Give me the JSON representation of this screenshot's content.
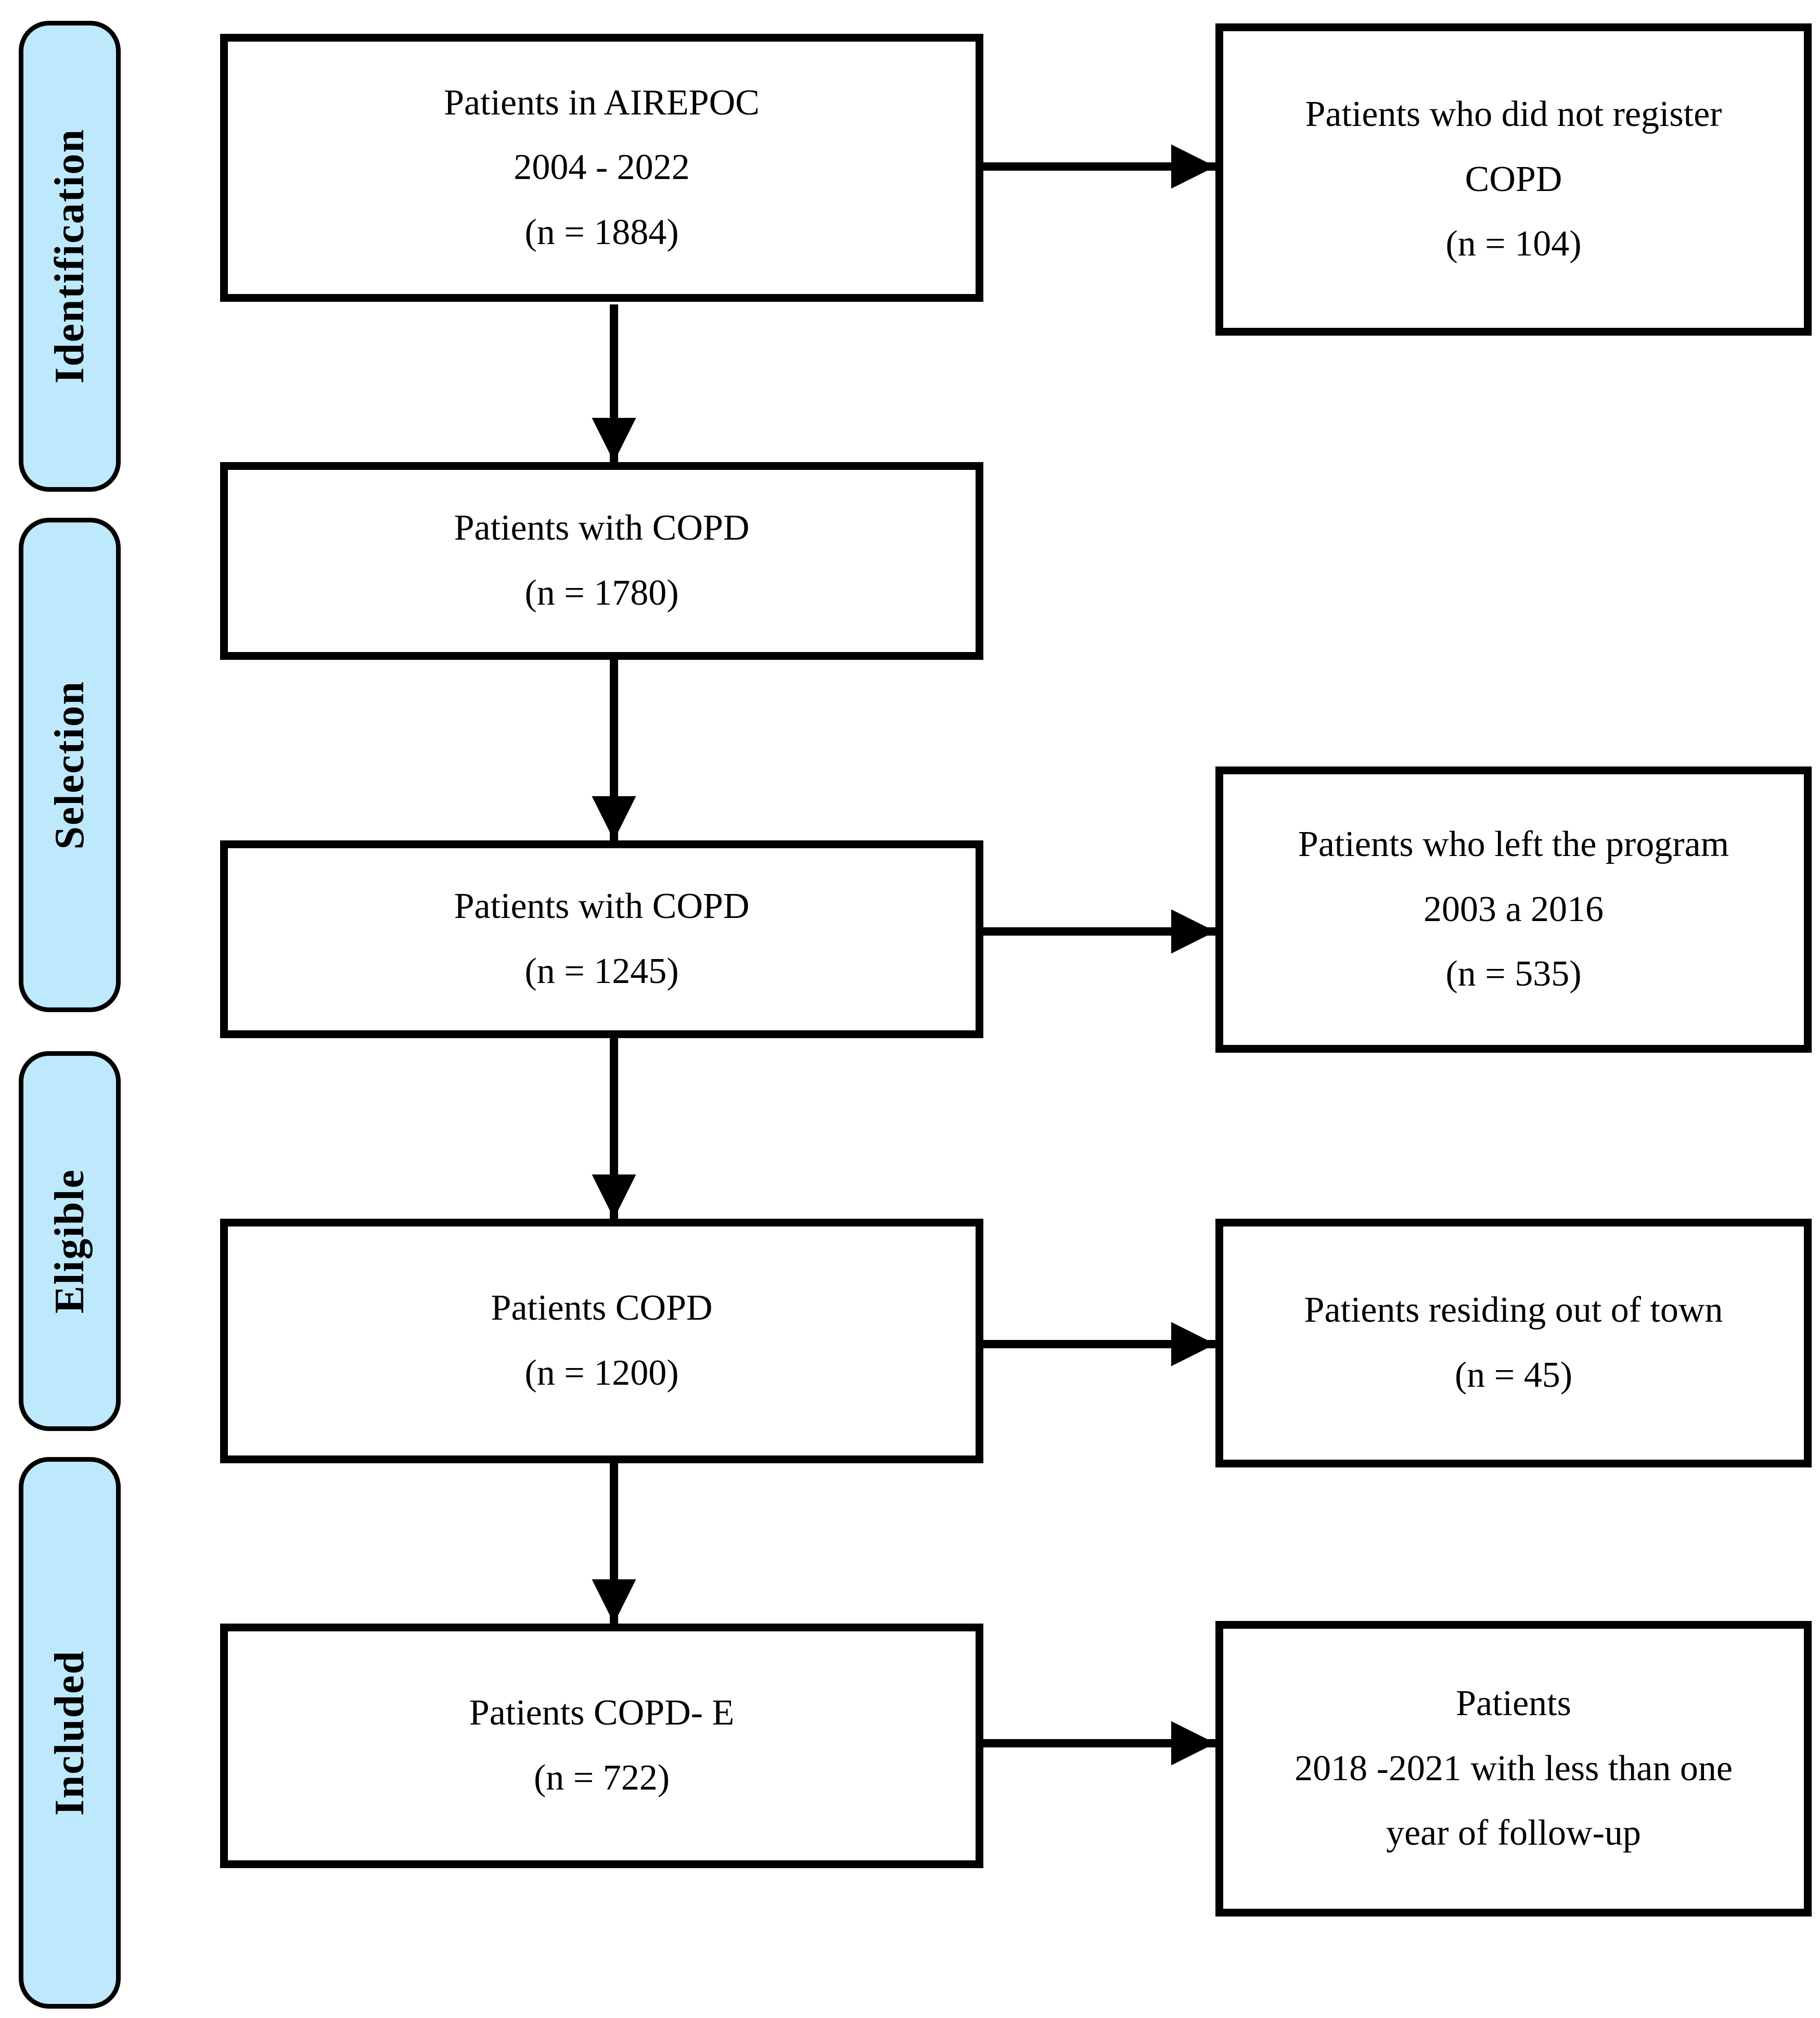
{
  "colors": {
    "background": "#FFFFFF",
    "stage_fill": "#BEE9FD",
    "stroke": "#000000",
    "text": "#000000"
  },
  "stages": [
    {
      "label": "Identification"
    },
    {
      "label": "Selection"
    },
    {
      "label": "Eligible"
    },
    {
      "label": "Included"
    }
  ],
  "main_boxes": [
    {
      "lines": [
        "Patients in AIREPOC",
        "2004 - 2022",
        "(n = 1884)"
      ]
    },
    {
      "lines": [
        "Patients with COPD",
        "(n = 1780)"
      ]
    },
    {
      "lines": [
        "Patients with COPD",
        "(n = 1245)"
      ]
    },
    {
      "lines": [
        "Patients COPD",
        "(n = 1200)"
      ]
    },
    {
      "lines": [
        "Patients COPD- E",
        "(n = 722)"
      ]
    }
  ],
  "exclusion_boxes": [
    {
      "lines": [
        "Patients who did not register",
        "COPD",
        "(n = 104)"
      ]
    },
    {
      "lines": [
        "Patients who left the program",
        "2003 a 2016",
        "(n = 535)"
      ]
    },
    {
      "lines": [
        "Patients residing out of town",
        "(n = 45)"
      ]
    },
    {
      "lines": [
        "Patients",
        "2018 -2021 with less than one",
        "year of follow-up"
      ]
    }
  ]
}
